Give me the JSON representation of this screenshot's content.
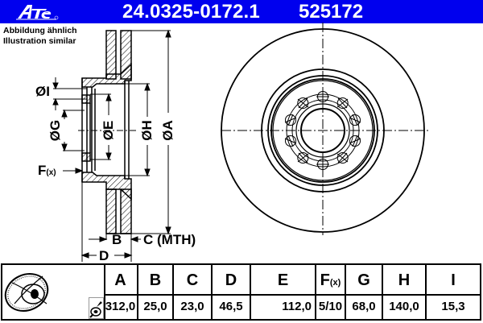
{
  "header": {
    "brand": "Ate",
    "part_number": "24.0325-0172.1",
    "reference_number": "525172",
    "background_color": "#0000ee",
    "text_color": "#ffffff"
  },
  "note": {
    "line1": "Abbildung ähnlich",
    "line2": "Illustration similar"
  },
  "drawing": {
    "side_view_labels": {
      "dia_I": "ØI",
      "dia_G": "ØG",
      "dia_E": "ØE",
      "dia_H": "ØH",
      "dia_A": "ØA",
      "F": "F",
      "F_suffix": "(x)",
      "B": "B",
      "C": "C (MTH)",
      "D": "D"
    },
    "front_view": {
      "bolt_holes": 10
    }
  },
  "spec_table": {
    "thumbnail_icons": [
      "brake-disc-icon",
      "coated-disc-spray-icon"
    ],
    "columns": [
      {
        "label": "A",
        "value": "312,0"
      },
      {
        "label": "B",
        "value": "25,0"
      },
      {
        "label": "C",
        "value": "23,0"
      },
      {
        "label": "D",
        "value": "46,5"
      },
      {
        "label": "E",
        "value": "112,0"
      },
      {
        "label": "F",
        "label_suffix": "(x)",
        "value": "5/10"
      },
      {
        "label": "G",
        "value": "68,0"
      },
      {
        "label": "H",
        "value": "140,0"
      },
      {
        "label": "I",
        "value": "15,3"
      }
    ]
  }
}
